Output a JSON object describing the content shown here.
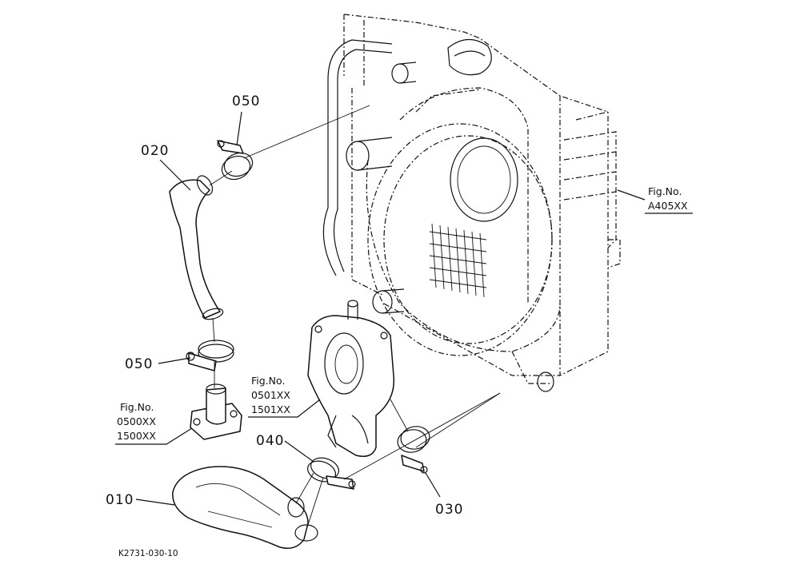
{
  "parts": {
    "p010": "010",
    "p020": "020",
    "p030": "030",
    "p040": "040",
    "p050_top": "050",
    "p050_mid": "050"
  },
  "figure_refs": {
    "radiator": {
      "line1": "Fig.No.",
      "line2": "A405XX"
    },
    "pump": {
      "line1": "Fig.No.",
      "line2": "0501XX",
      "line3": "1501XX"
    },
    "flange": {
      "line1": "Fig.No.",
      "line2": "0500XX",
      "line3": "1500XX"
    }
  },
  "drawing_code": "K2731-030-10"
}
